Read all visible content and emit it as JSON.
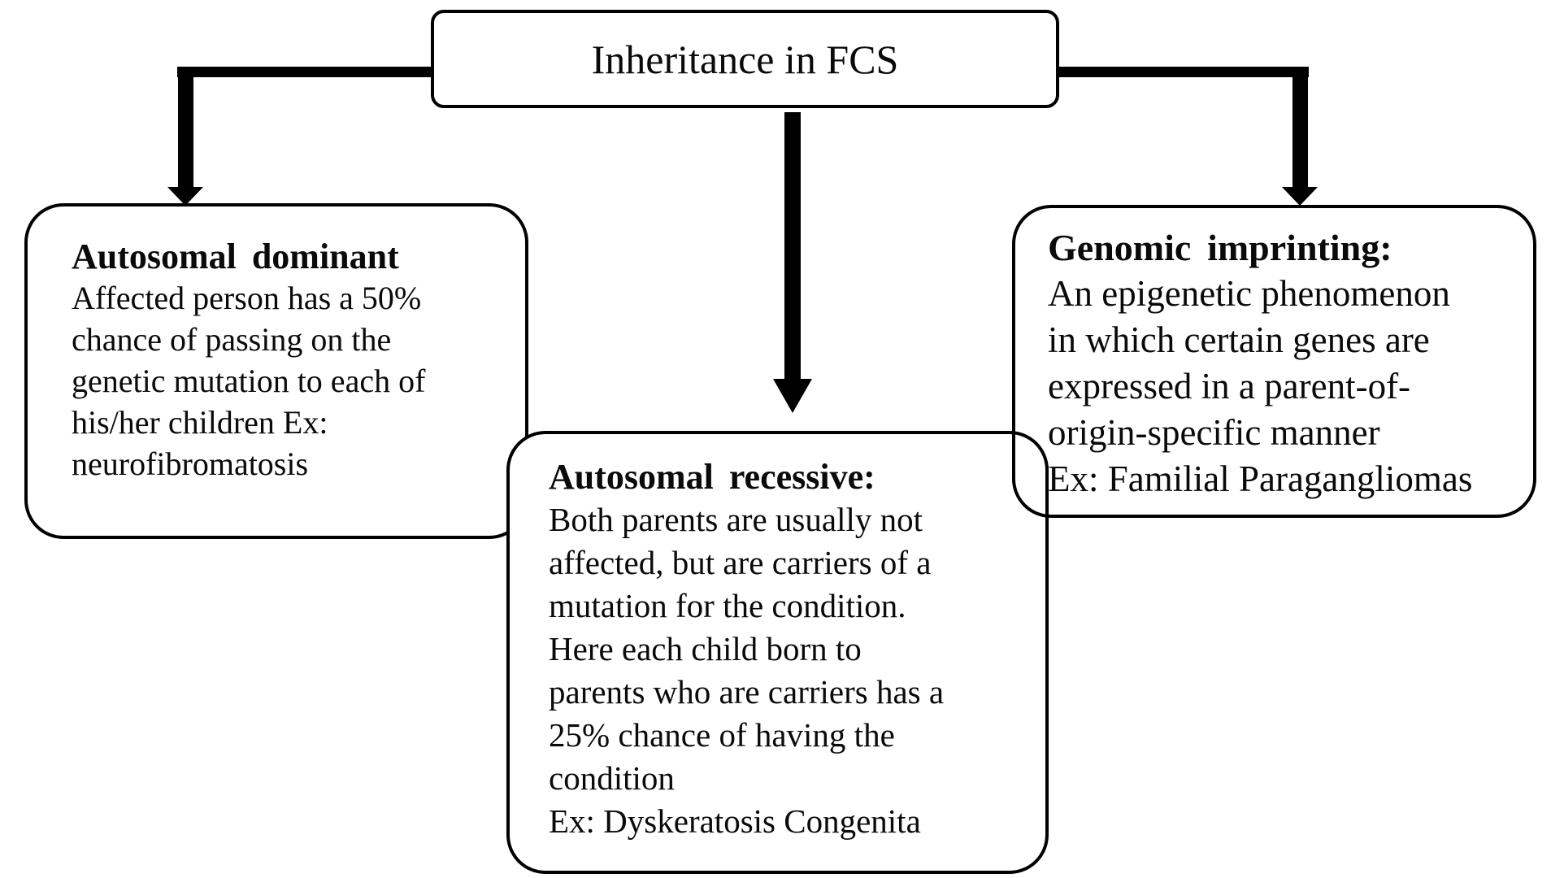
{
  "diagram": {
    "root": {
      "label": "Inheritance in FCS"
    },
    "branches": [
      {
        "id": "autosomal-dominant",
        "title": "Autosomal dominant",
        "body": "Affected person has a 50%\nchance of passing on the\ngenetic mutation to each of\nhis/her children Ex:\nneurofibromatosis"
      },
      {
        "id": "autosomal-recessive",
        "title": "Autosomal recessive:",
        "body": "Both parents are usually not\naffected, but are carriers of a\nmutation for the condition.\nHere each child born to\nparents who are carriers has a\n25% chance of having the\ncondition\nEx: Dyskeratosis Congenita"
      },
      {
        "id": "genomic-imprinting",
        "title": "Genomic imprinting:",
        "body": "An epigenetic phenomenon\nin which certain genes are\nexpressed in a parent-of-\norigin-specific manner\nEx: Familial Paragangliomas"
      }
    ],
    "colors": {
      "line": "#000000",
      "background": "#ffffff",
      "text": "#0a0a0a"
    }
  }
}
